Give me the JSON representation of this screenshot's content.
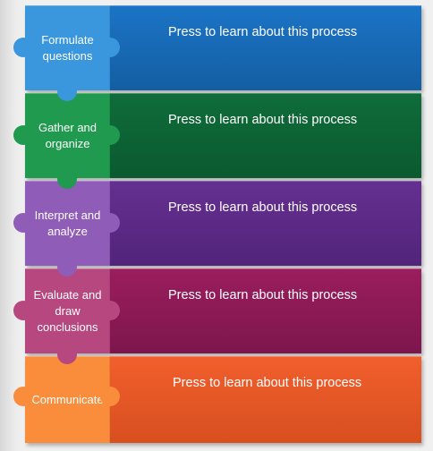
{
  "steps": [
    {
      "label": "Formulate questions",
      "prompt": "Press to learn about this process",
      "colors": {
        "main": "#1b74c6",
        "tab": "#3a96dd",
        "dark": "#145ea2"
      }
    },
    {
      "label": "Gather and organize",
      "prompt": "Press to learn about this process",
      "colors": {
        "main": "#0f6c3a",
        "tab": "#1f9a4e",
        "dark": "#0b5a30"
      }
    },
    {
      "label": "Interpret and analyze",
      "prompt": "Press to learn about this process",
      "colors": {
        "main": "#653091",
        "tab": "#8f5cb8",
        "dark": "#52247a"
      }
    },
    {
      "label": "Evaluate and draw conclusions",
      "prompt": "Press to learn about this process",
      "colors": {
        "main": "#9b1d5e",
        "tab": "#b6477f",
        "dark": "#7d164c"
      }
    },
    {
      "label": "Communicate",
      "prompt": "Press to learn about this process",
      "colors": {
        "main": "#f15f2c",
        "tab": "#f98d3b",
        "dark": "#d84f20"
      }
    }
  ]
}
